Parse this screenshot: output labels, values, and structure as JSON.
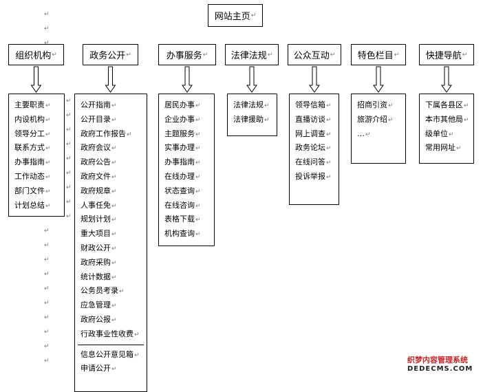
{
  "root": {
    "label": "网站主页"
  },
  "return_mark": "↵",
  "categories": [
    {
      "label": "组织机构",
      "items": [
        "主要职责",
        "内设机构",
        "领导分工",
        "联系方式",
        "办事指南",
        "工作动态",
        "部门文件",
        "计划总结"
      ]
    },
    {
      "label": "政务公开",
      "items": [
        "公开指南",
        "公开目录",
        "政府工作报告",
        "政府会议",
        "政府公告",
        "政府文件",
        "政府规章",
        "人事任免",
        "规划计划",
        "重大项目",
        "财政公开",
        "政府采购",
        "统计数据",
        "公务员考录",
        "应急管理",
        "政府公报",
        "行政事业性收费"
      ],
      "extra_items": [
        "信息公开意见箱",
        "申请公开"
      ]
    },
    {
      "label": "办事服务",
      "items": [
        "居民办事",
        "企业办事",
        "主题服务",
        "实事办理",
        "办事指南",
        "在线办理",
        "状态查询",
        "在线咨询",
        "表格下载",
        "机构查询"
      ]
    },
    {
      "label": "法律法规",
      "items": [
        "法律法规",
        "法律援助"
      ]
    },
    {
      "label": "公众互动",
      "items": [
        "领导信箱",
        "直播访谈",
        "网上调查",
        "政务论坛",
        "在线问答",
        "投诉举报"
      ]
    },
    {
      "label": "特色栏目",
      "items": [
        "招商引资",
        "旅游介绍",
        "…"
      ]
    },
    {
      "label": "快捷导航",
      "items": [
        "下属各县区",
        "本市其他局",
        "级单位",
        "常用网址"
      ]
    }
  ],
  "watermark": {
    "line1": "织梦内容管理系统",
    "line2": "DEDECMS.COM"
  }
}
